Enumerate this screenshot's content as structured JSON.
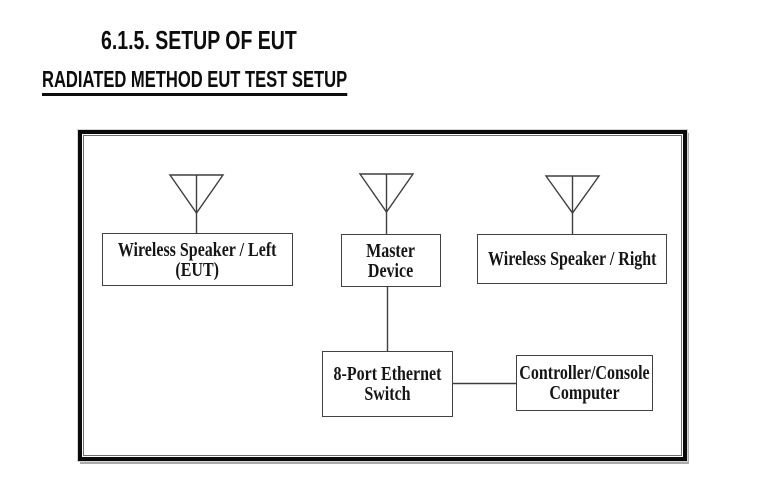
{
  "document": {
    "section_heading": "6.1.5. SETUP OF EUT",
    "subheading": "RADIATED METHOD EUT TEST SETUP"
  },
  "diagram": {
    "nodes": [
      {
        "id": "wireless-speaker-left",
        "lines": [
          "Wireless Speaker / Left",
          "(EUT)"
        ],
        "icon": "antenna-icon"
      },
      {
        "id": "master-device",
        "lines": [
          "Master",
          "Device"
        ],
        "icon": "antenna-icon"
      },
      {
        "id": "wireless-speaker-right",
        "lines": [
          "Wireless Speaker / Right"
        ],
        "icon": "antenna-icon"
      },
      {
        "id": "ethernet-switch",
        "lines": [
          "8-Port Ethernet",
          "Switch"
        ],
        "icon": null
      },
      {
        "id": "controller-computer",
        "lines": [
          "Controller/Console",
          "Computer"
        ],
        "icon": null
      }
    ],
    "connections": [
      {
        "from": "master-device",
        "to": "ethernet-switch",
        "type": "vertical-line"
      },
      {
        "from": "ethernet-switch",
        "to": "controller-computer",
        "type": "horizontal-line"
      }
    ]
  },
  "colors": {
    "background": "#ffffff",
    "ink": "#0d0d0d",
    "box_line": "#414141",
    "frame_line": "#0a0a0a"
  }
}
